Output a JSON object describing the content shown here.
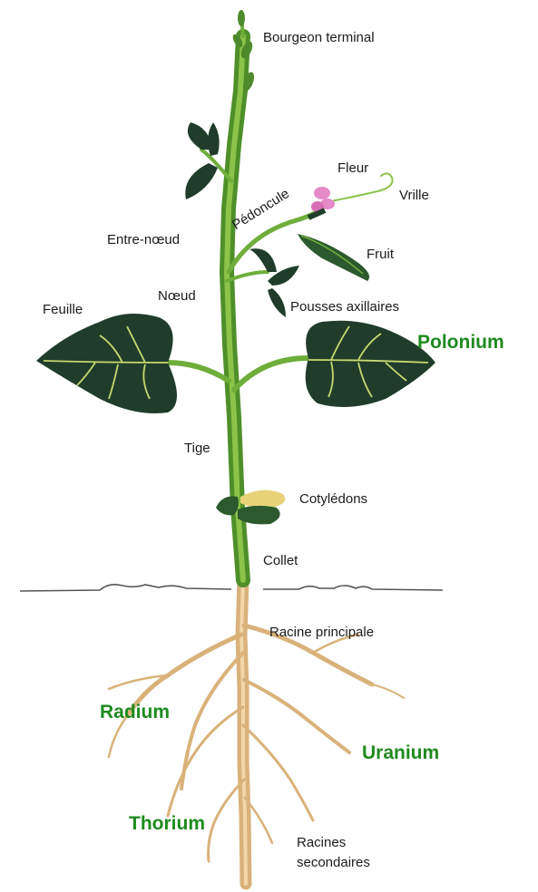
{
  "diagram": {
    "labels": {
      "bourgeon": "Bourgeon terminal",
      "fleur": "Fleur",
      "vrille": "Vrille",
      "pedoncule": "Pédoncule",
      "entre_noeud": "Entre-nœud",
      "fruit": "Fruit",
      "noeud": "Nœud",
      "feuille": "Feuille",
      "pousses": "Pousses axillaires",
      "tige": "Tige",
      "cotyledons": "Cotylédons",
      "collet": "Collet",
      "racine_principale": "Racine principale",
      "racines_line1": "Racines",
      "racines_line2": "secondaires"
    },
    "overlays": {
      "polonium": "Polonium",
      "radium": "Radium",
      "uranium": "Uranium",
      "thorium": "Thorium"
    },
    "colors": {
      "overlay_text": "#1e8a1e",
      "leaf": "#1f3d2a",
      "leaf_vein": "#c8d870",
      "stem": "#6fae3a",
      "root": "#d9b27a",
      "flower": "#e58bc8"
    }
  }
}
